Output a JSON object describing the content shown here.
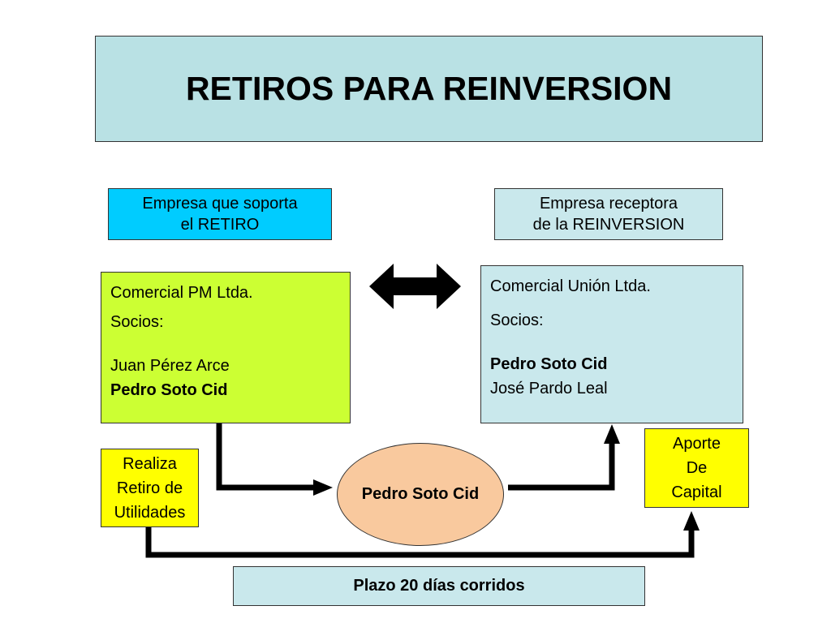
{
  "title": "RETIROS PARA REINVERSION",
  "left_label": {
    "line1": "Empresa que soporta",
    "line2": "el RETIRO"
  },
  "right_label": {
    "line1": "Empresa receptora",
    "line2": "de la REINVERSION"
  },
  "left_company": {
    "name": "Comercial PM Ltda.",
    "partners_heading": "Socios:",
    "partners": [
      "Juan Pérez Arce",
      "Pedro Soto Cid"
    ]
  },
  "right_company": {
    "name": "Comercial Unión Ltda.",
    "partners_heading": "Socios:",
    "partners": [
      "Pedro Soto Cid",
      "José Pardo Leal"
    ]
  },
  "withdrawal": {
    "line1": "Realiza",
    "line2": "Retiro de",
    "line3": "Utilidades"
  },
  "capital": {
    "line1": "Aporte",
    "line2": "De",
    "line3": "Capital"
  },
  "person": "Pedro Soto Cid",
  "term": "Plazo 20 días corridos",
  "colors": {
    "title_fill": "#b9e1e4",
    "left_label_fill": "#00ccff",
    "right_fill": "#c9e8ec",
    "left_company_fill": "#ccff33",
    "note_fill": "#ffff00",
    "person_fill": "#f9c99e"
  },
  "icons": {
    "double_arrow": "double-headed-arrow-icon"
  }
}
